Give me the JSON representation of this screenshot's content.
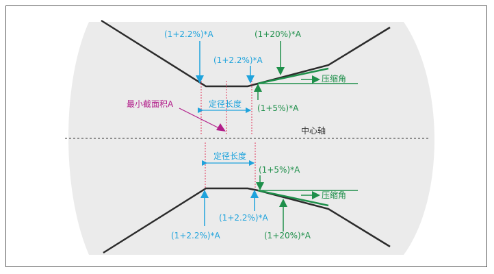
{
  "colors": {
    "background_shape": "#ebebeb",
    "outline": "#2b2b2b",
    "axis": "#333333",
    "blue": "#1fa3dc",
    "green": "#1e8f4a",
    "magenta": "#b21e8a",
    "dim_red": "#e2375b",
    "frame": "#555555"
  },
  "labels": {
    "top_left_ratio": "(1+2.2%)*A",
    "top_right_ratio": "(1+2.2%)*A",
    "top_green_20": "(1+20%)*A",
    "top_green_5": "(1+5%)*A",
    "top_angle": "压缩角",
    "min_area": "最小截面积A",
    "top_length": "定径长度",
    "axis_label": "中心轴",
    "bottom_length": "定径长度",
    "bottom_green_5": "(1+5%)*A",
    "bottom_angle": "压缩角",
    "bottom_mid_ratio": "(1+2.2%)*A",
    "bottom_left_ratio": "(1+2.2%)*A",
    "bottom_green_20": "(1+20%)*A"
  },
  "icons": {
    "blue_arrow": "arrow-icon",
    "green_arrow": "arrow-icon"
  }
}
